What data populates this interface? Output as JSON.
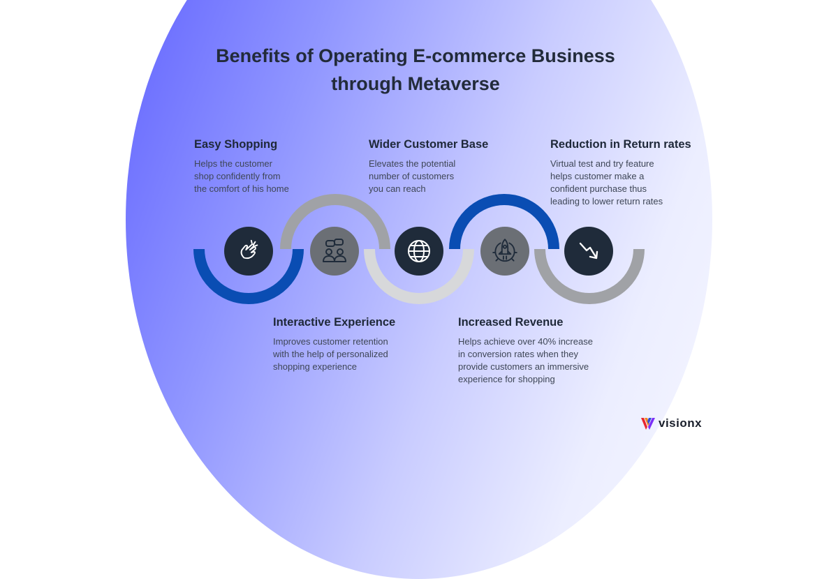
{
  "title": {
    "line1": "Benefits of Operating E-commerce Business",
    "line2": "through Metaverse"
  },
  "benefits": [
    {
      "heading": "Easy Shopping",
      "text": "Helps the customer\nshop confidently from\nthe comfort of his home",
      "icon": "hand-snap-icon"
    },
    {
      "heading": "Interactive Experience",
      "text": "Improves customer retention\nwith the help of personalized\nshopping experience",
      "icon": "people-chat-icon"
    },
    {
      "heading": "Wider Customer Base",
      "text": "Elevates the potential\nnumber of customers\nyou can reach",
      "icon": "globe-icon"
    },
    {
      "heading": "Increased Revenue",
      "text": "Helps achieve over 40% increase\nin conversion rates when they\nprovide customers an immersive\nexperience for shopping",
      "icon": "rocket-gear-icon"
    },
    {
      "heading": "Reduction in Return rates",
      "text": "Virtual test and try feature\nhelps customer make a\nconfident purchase thus\nleading to lower return rates",
      "icon": "trend-down-icon"
    }
  ],
  "colors": {
    "blue": "#0a4db3",
    "grey": "#a0a2a6",
    "light_grey": "#d7d8da",
    "node_dark": "#1f2b3a",
    "node_grey": "#6b6f75"
  },
  "logo": {
    "word": "visionx"
  }
}
